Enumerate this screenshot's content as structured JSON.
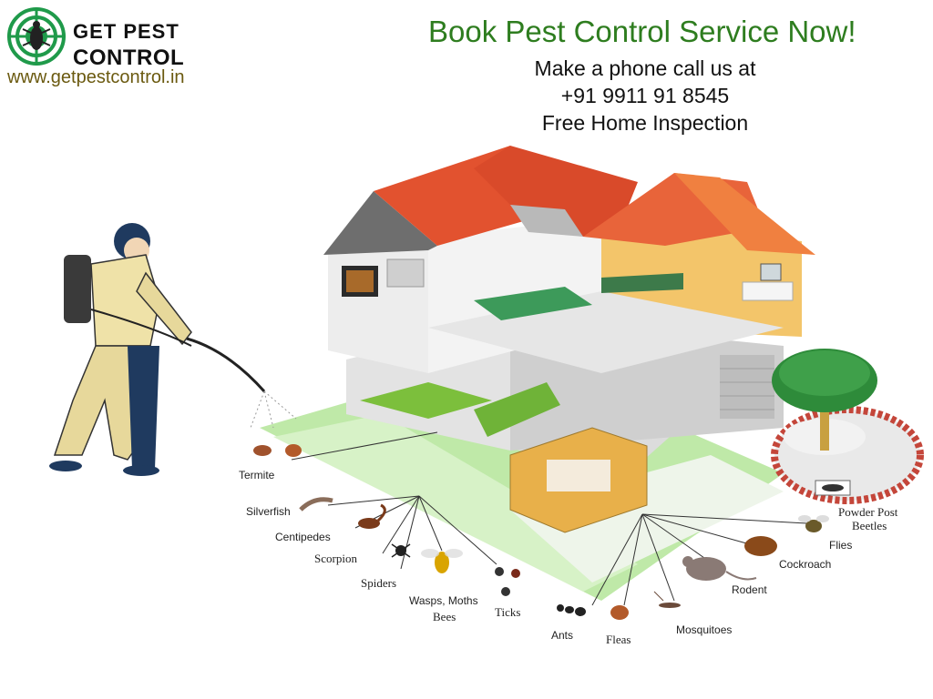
{
  "brand": {
    "logo_line1": "GET PEST",
    "logo_line2": "CONTROL",
    "website": "www.getpestcontrol.in"
  },
  "promo": {
    "headline": "Book Pest Control Service Now!",
    "line1": "Make a phone call us at",
    "phone": "+91 9911 91 8545",
    "line2": "Free Home Inspection"
  },
  "pests": {
    "termite": "Termite",
    "silverfish": "Silverfish",
    "centipedes": "Centipedes",
    "scorpion": "Scorpion",
    "spiders": "Spiders",
    "wasps_line1": "Wasps, Moths",
    "wasps_line2": "Bees",
    "ticks": "Ticks",
    "ants": "Ants",
    "fleas": "Fleas",
    "mosquitoes": "Mosquitoes",
    "rodent": "Rodent",
    "cockroach": "Cockroach",
    "flies": "Flies",
    "powder_line1": "Powder Post",
    "powder_line2": "Beetles"
  },
  "colors": {
    "brand_green": "#2e7d1f",
    "logo_green": "#1f9a4a",
    "roof": "#e2522f",
    "lawn": "#b9e7a4",
    "wall": "#d9d9d9"
  }
}
